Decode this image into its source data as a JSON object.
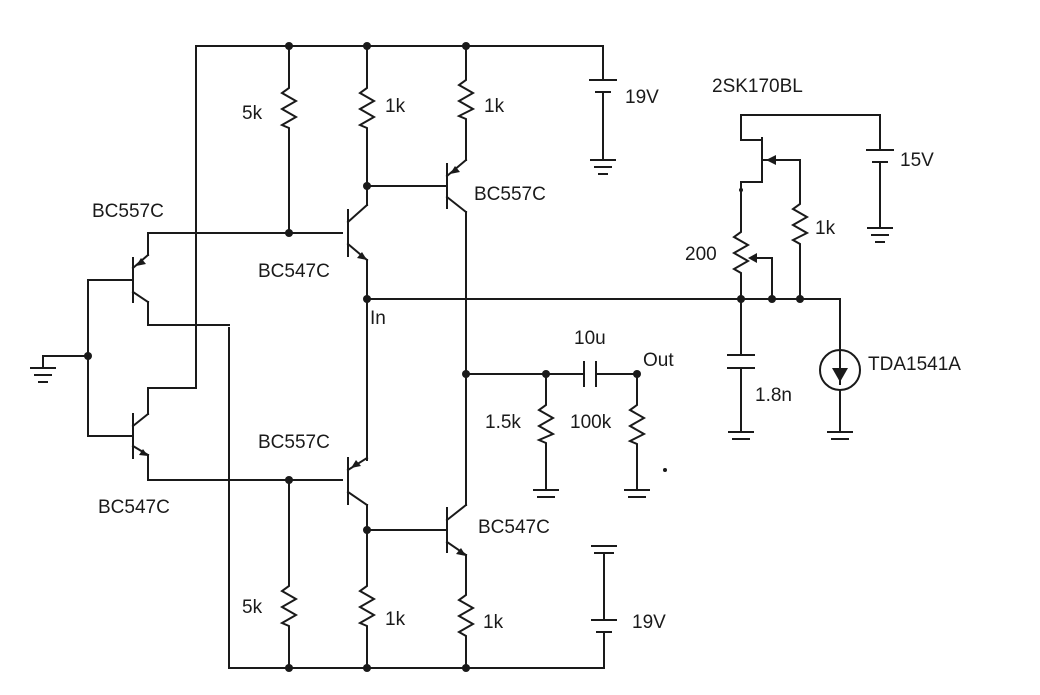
{
  "labels": {
    "r_top_left": "5k",
    "r_top_mid": "1k",
    "r_top_right": "1k",
    "supply_top": "19V",
    "q_top_right": "BC557C",
    "q_top_mid": "BC547C",
    "q_left_top": "BC557C",
    "node_in": "In",
    "q_bot_mid": "BC557C",
    "q_left_bot": "BC547C",
    "q_bot_right": "BC547C",
    "r_bot_left": "5k",
    "r_bot_mid": "1k",
    "r_bot_right": "1k",
    "supply_bot": "19V",
    "cap_out": "10u",
    "node_out": "Out",
    "r_out_a": "1.5k",
    "r_out_b": "100k",
    "jfet": "2SK170BL",
    "supply_jfet": "15V",
    "r_jfet": "1k",
    "pot": "200",
    "cap_in": "1.8n",
    "dac": "TDA1541A"
  },
  "colors": {
    "ink": "#1a1a1a",
    "paper": "#ffffff"
  }
}
